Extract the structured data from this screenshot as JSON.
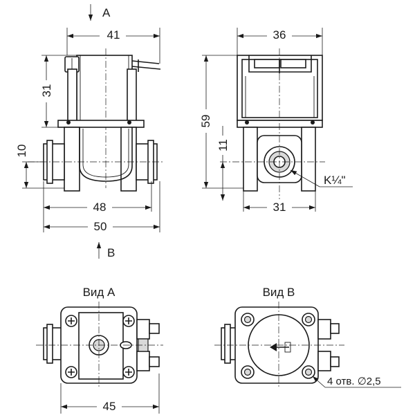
{
  "views": {
    "front": {
      "arrow_top_label": "A",
      "arrow_bottom_label": "B",
      "dims": {
        "top_width": "41",
        "height_coil": "31",
        "offset_port": "10",
        "width_body": "48",
        "width_total": "50"
      }
    },
    "side": {
      "dims": {
        "top_width": "36",
        "height_total": "59",
        "offset_port": "11",
        "width_base": "31"
      },
      "thread_label": "K¼\""
    },
    "view_a": {
      "title": "Вид А",
      "dims": {
        "width": "45"
      }
    },
    "view_b": {
      "title": "Вид В",
      "holes_label": "4 отв. ∅2,5"
    }
  }
}
